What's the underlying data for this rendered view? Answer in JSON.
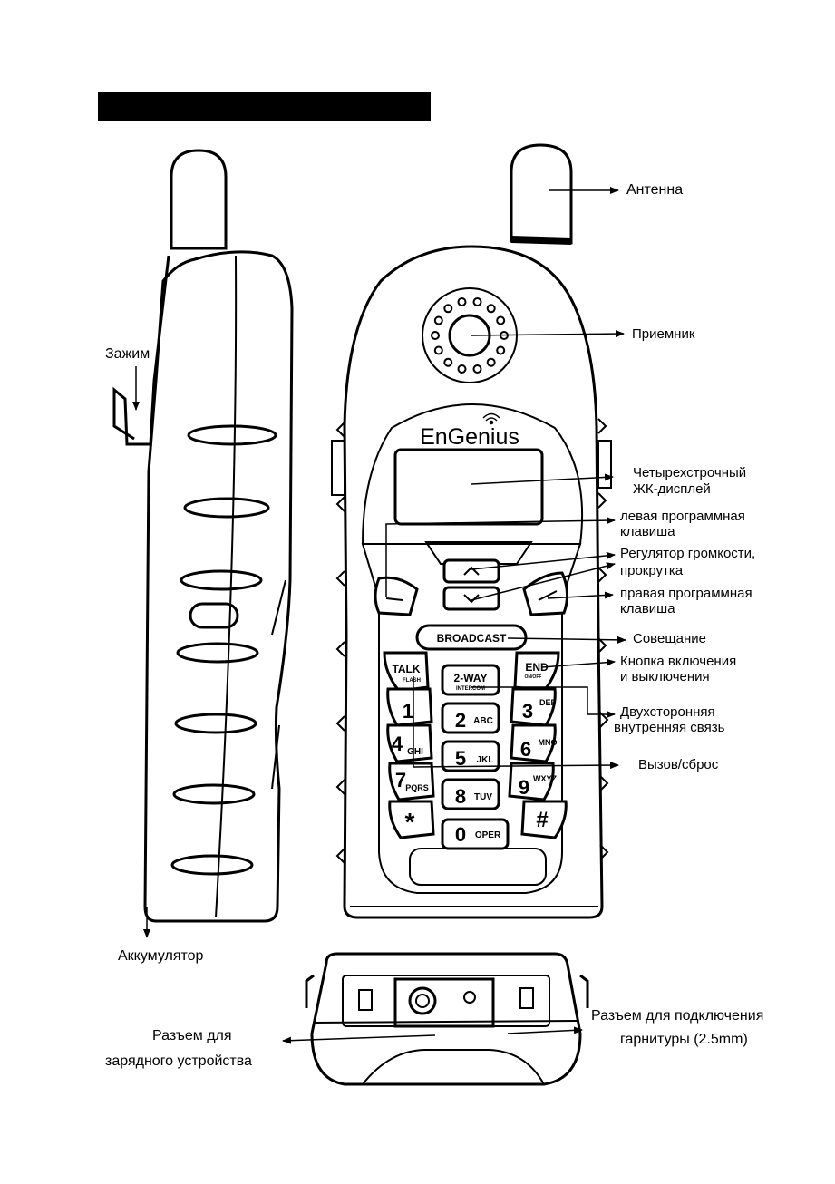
{
  "header": {
    "title": ""
  },
  "brand": {
    "logo_text": "EnGenius"
  },
  "labels": {
    "antenna": "Антенна",
    "receiver": "Приемник",
    "clip": "Зажим",
    "lcd": [
      "Четырехстрочный",
      "ЖК-дисплей"
    ],
    "left_softkey": [
      "левая программная",
      "клавиша"
    ],
    "volume_scroll": [
      "Регулятор громкости,",
      "прокрутка"
    ],
    "right_softkey": [
      "правая программная",
      "клавиша"
    ],
    "conference": "Совещание",
    "power": [
      "Кнопка включения",
      "и выключения"
    ],
    "intercom": [
      "Двухсторонняя",
      "внутренняя связь"
    ],
    "call": "Вызов/сброс",
    "battery": "Аккумулятор",
    "charger": [
      "Разъем для",
      "зарядного устройства"
    ],
    "headset": [
      "Разъем для подключения",
      "гарнитуры (2.5mm)"
    ]
  },
  "keys": {
    "broadcast": "BROADCAST",
    "talk": "TALK",
    "talk_sub": "FLASH",
    "twoway": "2-WAY",
    "twoway_sub": "INTERCOM",
    "end": "END",
    "end_sub": "ON/OFF",
    "digits": [
      {
        "digit": "1",
        "letters": ""
      },
      {
        "digit": "2",
        "letters": "ABC"
      },
      {
        "digit": "3",
        "letters": "DEF"
      },
      {
        "digit": "4",
        "letters": "GHI"
      },
      {
        "digit": "5",
        "letters": "JKL"
      },
      {
        "digit": "6",
        "letters": "MNO"
      },
      {
        "digit": "7",
        "letters": "PQRS"
      },
      {
        "digit": "8",
        "letters": "TUV"
      },
      {
        "digit": "9",
        "letters": "WXYZ"
      },
      {
        "digit": "*",
        "letters": ""
      },
      {
        "digit": "0",
        "letters": "OPER"
      },
      {
        "digit": "#",
        "letters": ""
      }
    ]
  }
}
